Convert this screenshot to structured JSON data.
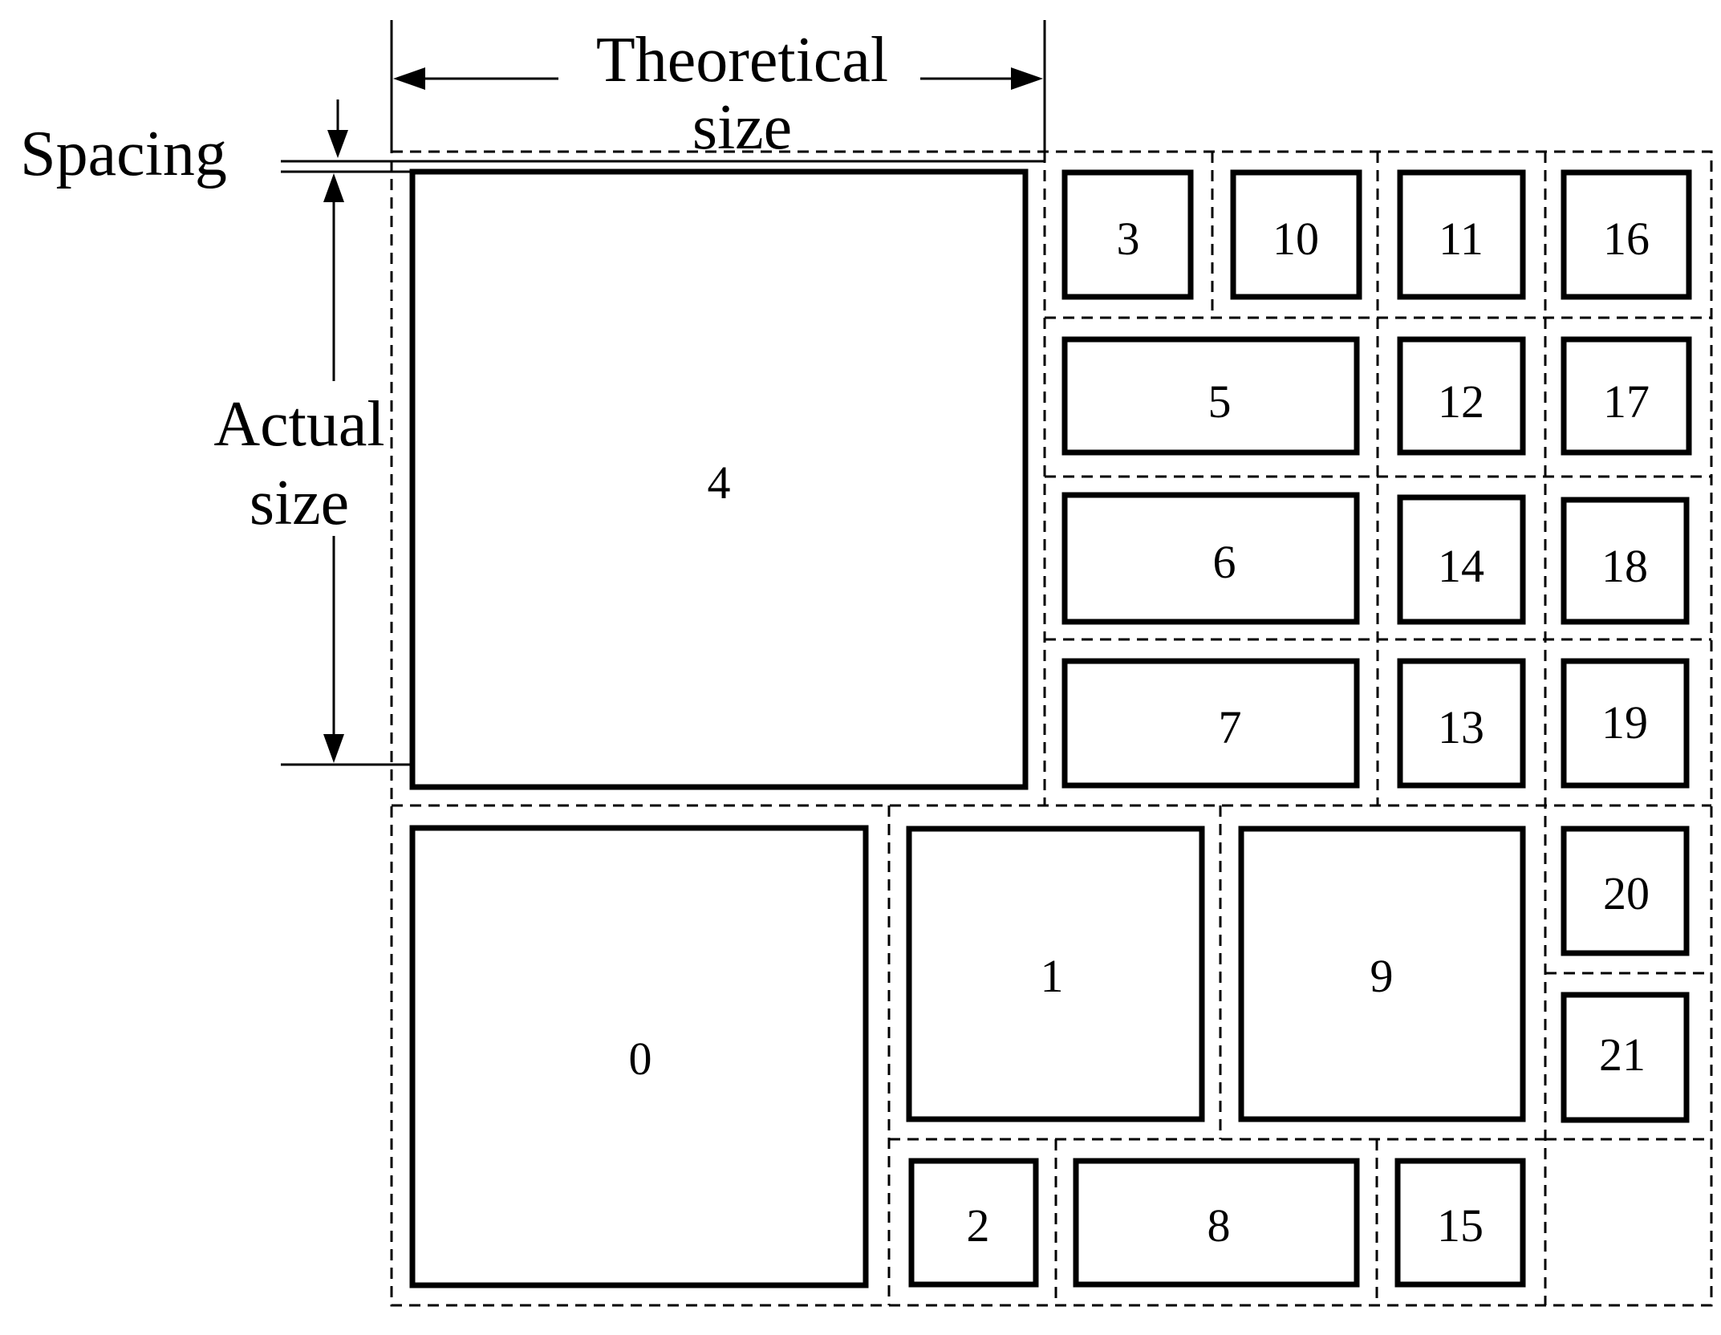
{
  "annotations": {
    "theoretical_size_line1": "Theoretical",
    "theoretical_size_line2": "size",
    "spacing": "Spacing",
    "actual_size_line1": "Actual",
    "actual_size_line2": "size"
  },
  "blocks": [
    {
      "id": "4",
      "label": "4"
    },
    {
      "id": "0",
      "label": "0"
    },
    {
      "id": "1",
      "label": "1"
    },
    {
      "id": "9",
      "label": "9"
    },
    {
      "id": "2",
      "label": "2"
    },
    {
      "id": "8",
      "label": "8"
    },
    {
      "id": "15",
      "label": "15"
    },
    {
      "id": "3",
      "label": "3"
    },
    {
      "id": "10",
      "label": "10"
    },
    {
      "id": "11",
      "label": "11"
    },
    {
      "id": "16",
      "label": "16"
    },
    {
      "id": "5",
      "label": "5"
    },
    {
      "id": "12",
      "label": "12"
    },
    {
      "id": "17",
      "label": "17"
    },
    {
      "id": "6",
      "label": "6"
    },
    {
      "id": "14",
      "label": "14"
    },
    {
      "id": "18",
      "label": "18"
    },
    {
      "id": "7",
      "label": "7"
    },
    {
      "id": "13",
      "label": "13"
    },
    {
      "id": "19",
      "label": "19"
    },
    {
      "id": "20",
      "label": "20"
    },
    {
      "id": "21",
      "label": "21"
    }
  ]
}
